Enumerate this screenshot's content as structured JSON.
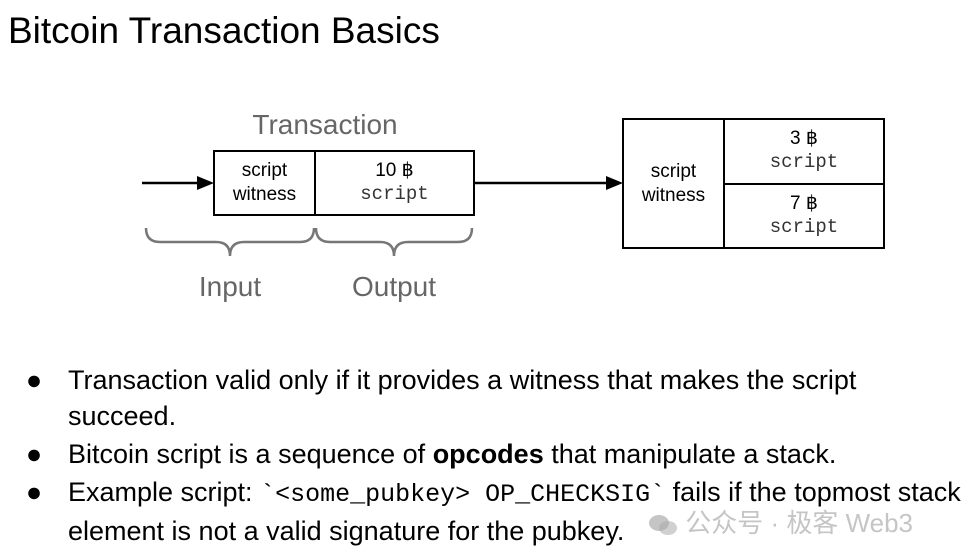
{
  "title": "Bitcoin Transaction Basics",
  "diagram": {
    "transaction_label": "Transaction",
    "input_label": "Input",
    "output_label": "Output",
    "tx_input": {
      "line1": "script",
      "line2": "witness"
    },
    "tx_output": {
      "amount": "10 ฿",
      "script": "script"
    },
    "next_input": {
      "line1": "script",
      "line2": "witness"
    },
    "next_outputs": [
      {
        "amount": "3 ฿",
        "script": "script"
      },
      {
        "amount": "7 ฿",
        "script": "script"
      }
    ]
  },
  "bullets": {
    "b1": "Transaction valid only if it provides a witness that makes the script succeed.",
    "b2_pre": "Bitcoin script is a sequence of ",
    "b2_bold": "opcodes",
    "b2_post": " that manipulate a stack.",
    "b3_pre": "Example script: ",
    "b3_code": "`<some_pubkey> OP_CHECKSIG`",
    "b3_post": " fails if the topmost stack element is not a valid signature for the pubkey."
  },
  "watermark": "公众号 · 极客 Web3",
  "bullet_glyph": "●"
}
